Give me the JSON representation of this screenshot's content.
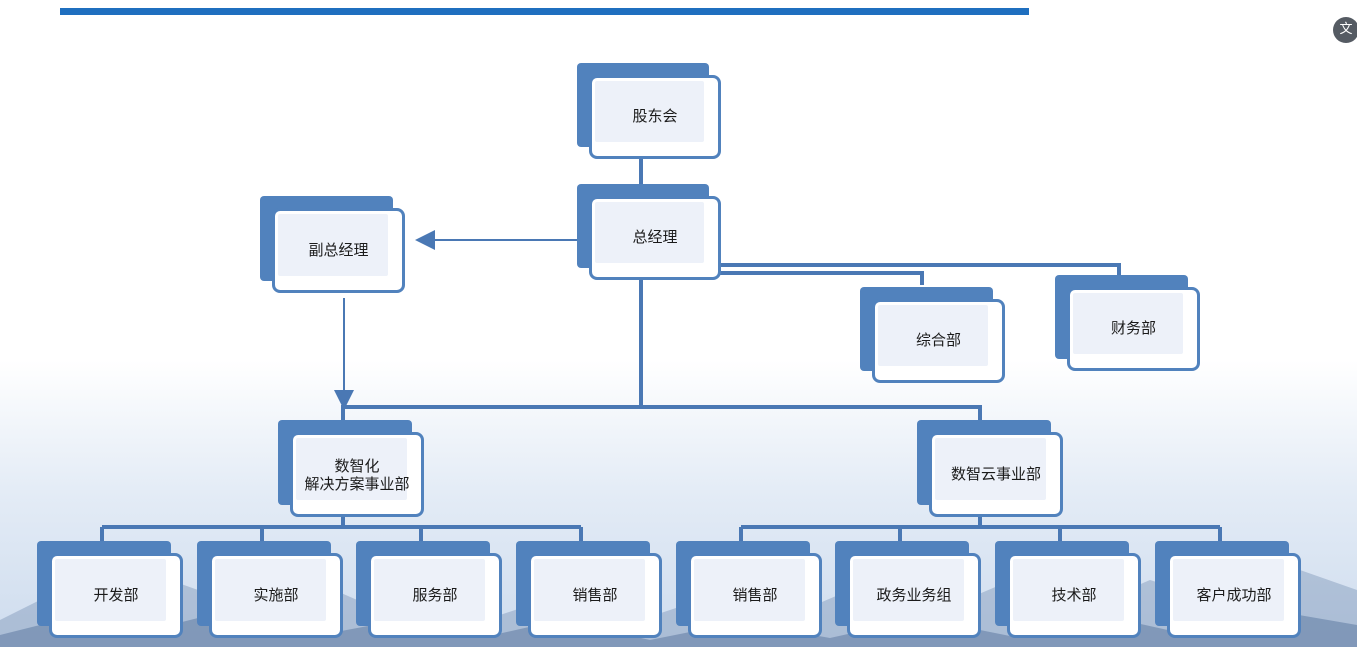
{
  "colors": {
    "top_bar": "#1f6fbf",
    "node_shadow": "#5182bd",
    "node_border": "#5182bd",
    "node_inner": "#edf1f9",
    "connector": "#4a78b4"
  },
  "icons": {
    "corner": "translate-icon"
  },
  "corner_button": {
    "glyph": "文"
  },
  "nodes": {
    "shareholders": "股东会",
    "general_manager": "总经理",
    "deputy_gm": "副总经理",
    "general_affairs": "综合部",
    "finance": "财务部",
    "digital_solutions": "数智化\n解决方案事业部",
    "digital_cloud": "数智云事业部",
    "dev": "开发部",
    "implementation": "实施部",
    "service": "服务部",
    "sales_a": "销售部",
    "sales_b": "销售部",
    "gov_business": "政务业务组",
    "tech": "技术部",
    "customer_success": "客户成功部"
  }
}
